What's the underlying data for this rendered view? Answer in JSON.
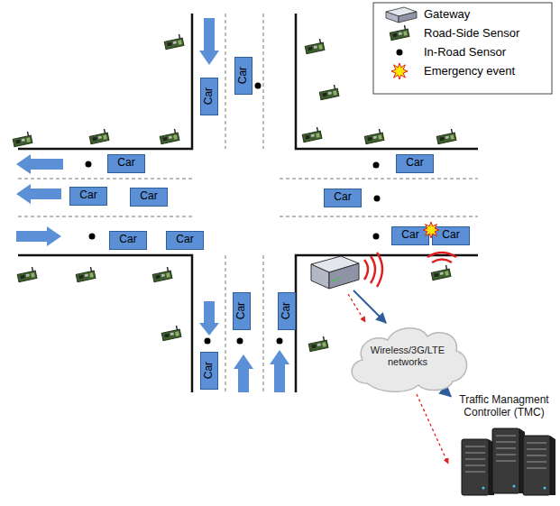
{
  "diagram": {
    "nodes": [
      {
        "text": [
          "Car"
        ]
      },
      {
        "text": [
          "Car"
        ]
      },
      {
        "text": [
          "Car"
        ]
      },
      {
        "text": [
          "Car"
        ]
      },
      {
        "text": [
          "Car"
        ]
      },
      {
        "text": [
          "Car"
        ]
      },
      {
        "text": [
          "Car"
        ]
      },
      {
        "text": [
          "Car"
        ]
      },
      {
        "text": [
          "Car"
        ]
      },
      {
        "text": [
          "Car"
        ]
      },
      {
        "text": [
          "Car"
        ]
      },
      {
        "text": [
          "Car"
        ]
      },
      {
        "text": [
          "Car"
        ]
      },
      {
        "text": [
          "Car"
        ]
      },
      {
        "text": [
          "Wireless/3G/LTE networks"
        ]
      },
      {
        "text": [
          "Traffic Managment Controller (TMC)"
        ]
      }
    ],
    "edges": [
      {
        "from": 14,
        "to": 15,
        "arrow": "to"
      }
    ],
    "legend": [
      {
        "text": "Gateway"
      },
      {
        "text": "Road-Side Sensor"
      },
      {
        "text": "In-Road Sensor"
      },
      {
        "text": "Emergency event"
      }
    ]
  }
}
